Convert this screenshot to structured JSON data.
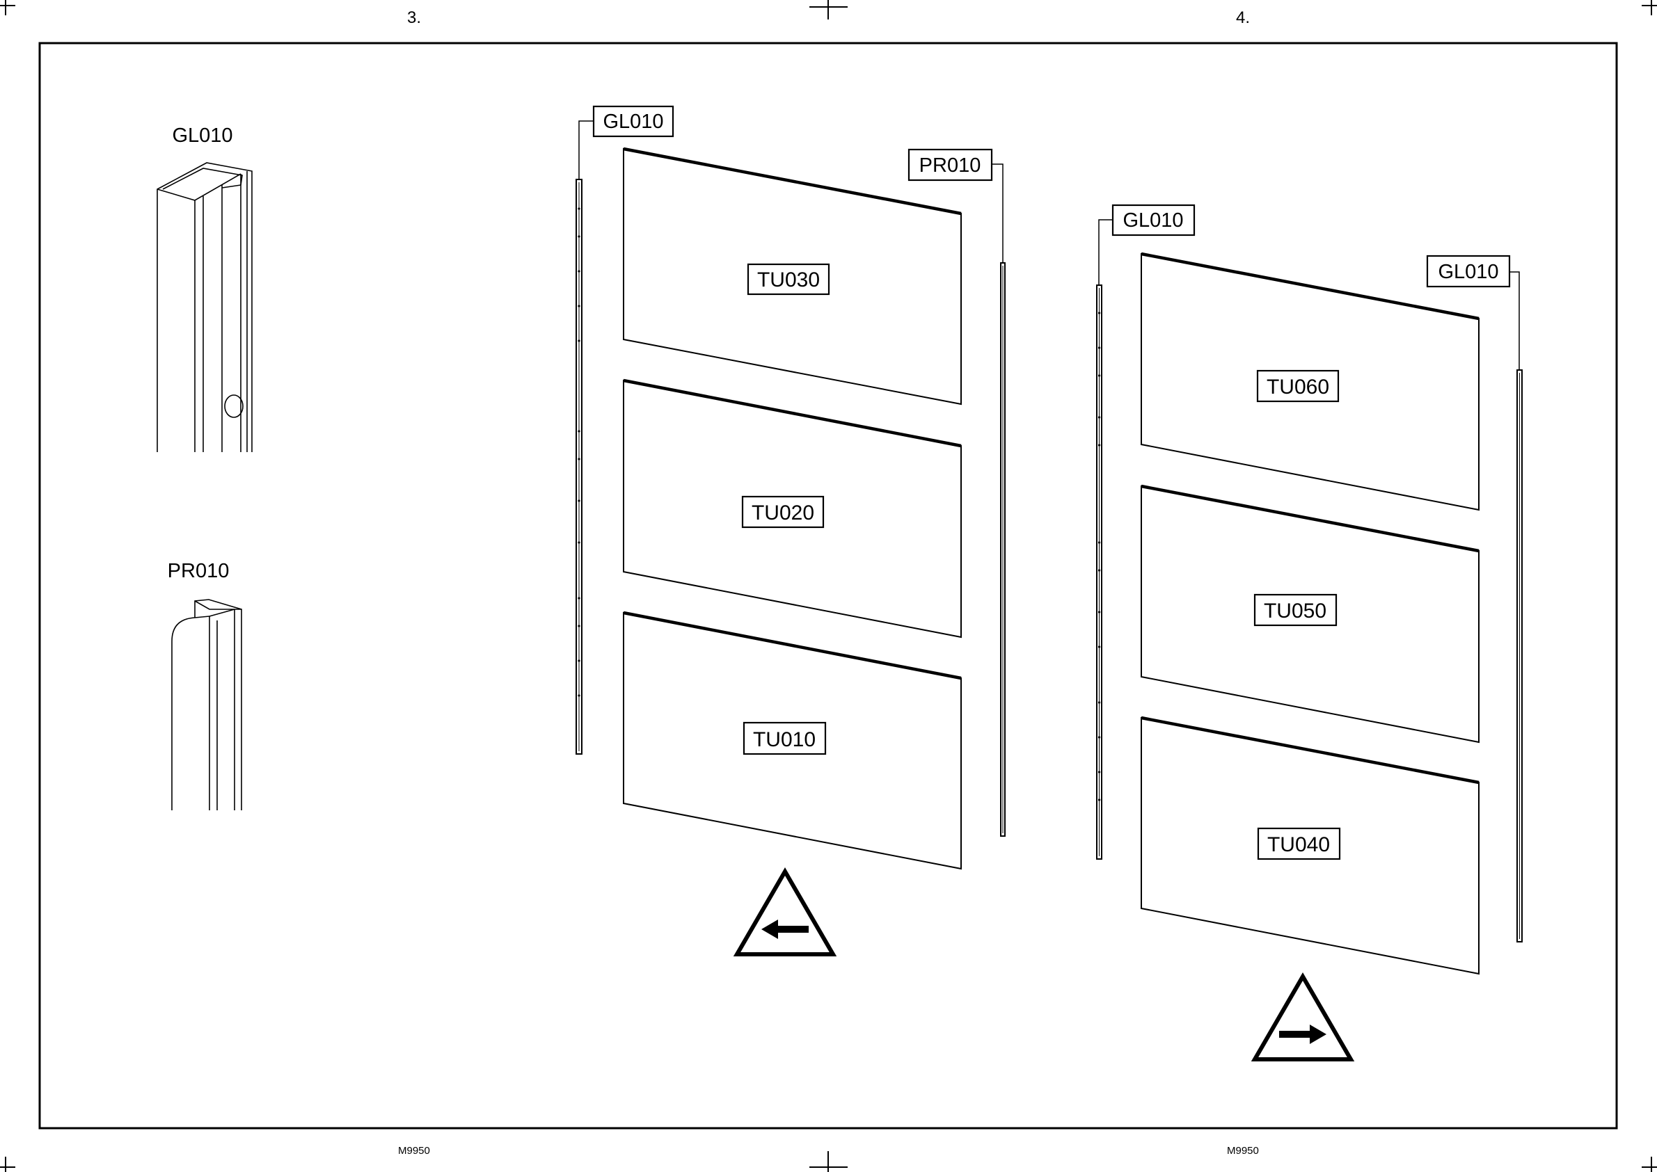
{
  "steps": {
    "left": "3.",
    "right": "4."
  },
  "footer": {
    "left_code": "M9950",
    "right_code": "M9950"
  },
  "legend": {
    "profile_a_title": "GL010",
    "profile_b_title": "PR010"
  },
  "step3": {
    "rail_left": "GL010",
    "rail_right": "PR010",
    "panels": [
      "TU030",
      "TU020",
      "TU010"
    ],
    "direction": "left"
  },
  "step4": {
    "rail_left": "GL010",
    "rail_right": "GL010",
    "panels": [
      "TU060",
      "TU050",
      "TU040"
    ],
    "direction": "right"
  },
  "icons": {
    "direction_left": "triangle-arrow-left-icon",
    "direction_right": "triangle-arrow-right-icon"
  }
}
